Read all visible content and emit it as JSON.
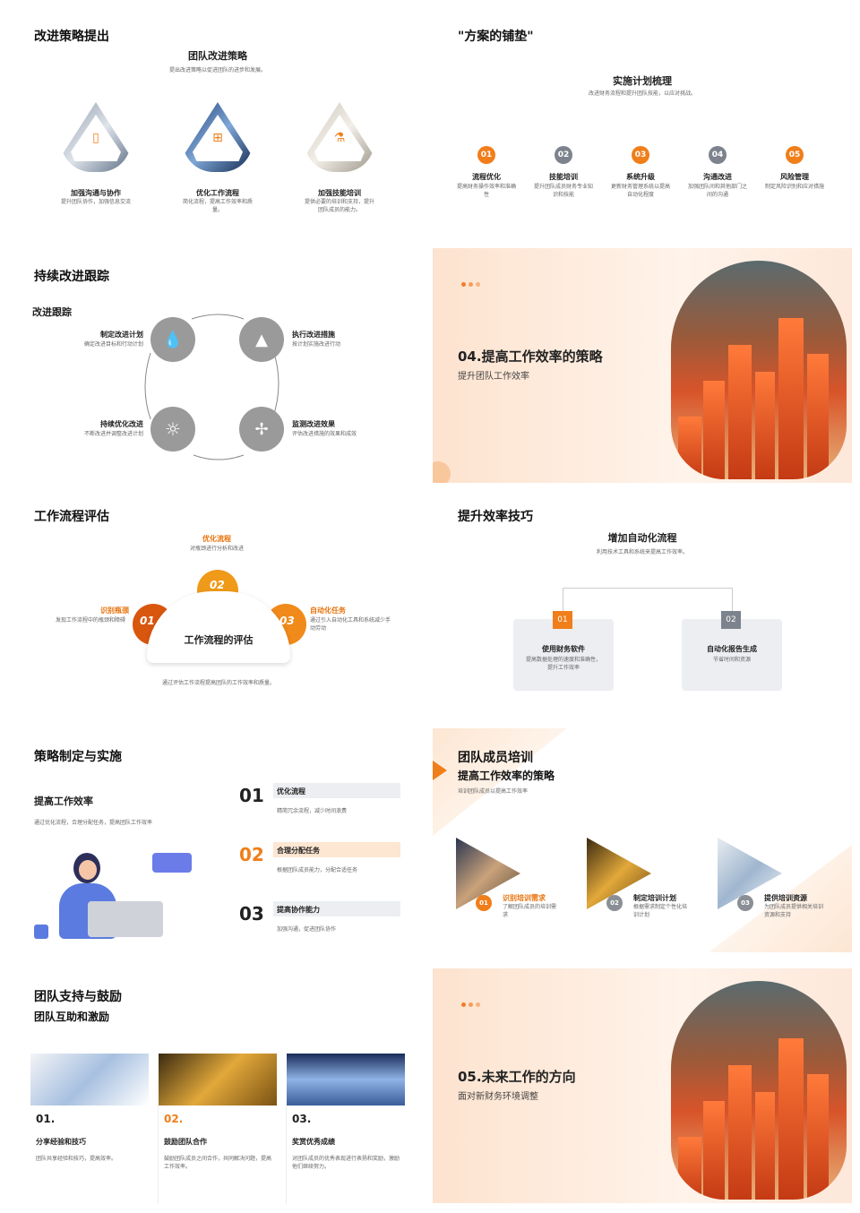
{
  "s1": {
    "title": "改进策略提出",
    "subtitle": "团队改进策略",
    "desc": "提出改进策略以促进团队的进步和发展。",
    "items": [
      {
        "title": "加强沟通与协作",
        "desc": "提升团队协作，加强信息交流"
      },
      {
        "title": "优化工作流程",
        "desc": "简化流程，提高工作效率和质量。"
      },
      {
        "title": "加强技能培训",
        "desc": "提供必要的培训和支持，提升团队成员的能力。"
      }
    ]
  },
  "s2": {
    "title": "\"方案的铺垫\"",
    "subtitle": "实施计划梳理",
    "desc": "改进财务流程和提升团队技能，以应对挑战。",
    "steps": [
      {
        "n": "01",
        "title": "流程优化",
        "desc": "提高财务操作效率和准确性"
      },
      {
        "n": "02",
        "title": "技能培训",
        "desc": "提升团队成员财务专业知识和技能"
      },
      {
        "n": "03",
        "title": "系统升级",
        "desc": "更新财务管理系统以提高自动化程度"
      },
      {
        "n": "04",
        "title": "沟通改进",
        "desc": "加强团队间和其他部门之间的沟通"
      },
      {
        "n": "05",
        "title": "风险管理",
        "desc": "制定风险识别和应对措施"
      }
    ],
    "colors": {
      "orange": "#f07e1a",
      "gray": "#7d838c"
    }
  },
  "s3": {
    "title": "持续改进跟踪",
    "subtitle": "改进跟踪",
    "items": [
      {
        "title": "制定改进计划",
        "desc": "确定改进目标和行动计划"
      },
      {
        "title": "执行改进措施",
        "desc": "按计划实施改进行动"
      },
      {
        "title": "持续优化改进",
        "desc": "不断改进并调整改进计划"
      },
      {
        "title": "监测改进效果",
        "desc": "评估改进措施的效果和成效"
      }
    ]
  },
  "s4": {
    "title": "04.提高工作效率的策略",
    "subtitle": "提升团队工作效率"
  },
  "s5": {
    "title": "工作流程评估",
    "center": "工作流程的评估",
    "foot": "通过评估工作流程提高团队的工作效率和质量。",
    "items": [
      {
        "n": "01",
        "title": "识别瓶颈",
        "desc": "发现工作流程中的瓶颈和障碍"
      },
      {
        "n": "02",
        "title": "优化流程",
        "desc": "对瓶颈进行分析和改进"
      },
      {
        "n": "03",
        "title": "自动化任务",
        "desc": "通过引入自动化工具和系统减少手动劳动"
      }
    ]
  },
  "s6": {
    "title": "提升效率技巧",
    "subtitle": "增加自动化流程",
    "desc": "利用技术工具和系统来提高工作效率。",
    "items": [
      {
        "n": "01",
        "title": "使用财务软件",
        "desc": "提高数据处理的速度和准确性，提升工作效率"
      },
      {
        "n": "02",
        "title": "自动化报告生成",
        "desc": "节省时间和资源"
      }
    ]
  },
  "s7": {
    "title": "策略制定与实施",
    "subtitle": "提高工作效率",
    "desc": "通过优化流程，合理分配任务，提高团队工作效率",
    "items": [
      {
        "n": "01",
        "title": "优化流程",
        "desc": "精简冗余流程，减少时间浪费"
      },
      {
        "n": "02",
        "title": "合理分配任务",
        "desc": "根据团队成员能力，分配合适任务"
      },
      {
        "n": "03",
        "title": "提高协作能力",
        "desc": "加强沟通，促进团队协作"
      }
    ]
  },
  "s8": {
    "title": "团队成员培训",
    "subtitle": "提高工作效率的策略",
    "desc": "培训团队成员以提高工作效率",
    "items": [
      {
        "n": "01",
        "title": "识别培训需求",
        "desc": "了解团队成员的培训需求"
      },
      {
        "n": "02",
        "title": "制定培训计划",
        "desc": "根据需求制定个性化培训计划"
      },
      {
        "n": "03",
        "title": "提供培训资源",
        "desc": "为团队成员提供相关培训资源和支持"
      }
    ]
  },
  "s9": {
    "title": "团队支持与鼓励",
    "subtitle": "团队互助和激励",
    "items": [
      {
        "n": "01.",
        "title": "分享经验和技巧",
        "desc": "团队共享经验和技巧，提高效率。"
      },
      {
        "n": "02.",
        "title": "鼓励团队合作",
        "desc": "鼓励团队成员之间合作，共同解决问题，提高工作效率。"
      },
      {
        "n": "03.",
        "title": "奖赏优秀成绩",
        "desc": "对团队成员的优秀表现进行表扬和奖励，激励他们继续努力。"
      }
    ]
  },
  "s10": {
    "title": "05.未来工作的方向",
    "subtitle": "面对新财务环境调整"
  }
}
